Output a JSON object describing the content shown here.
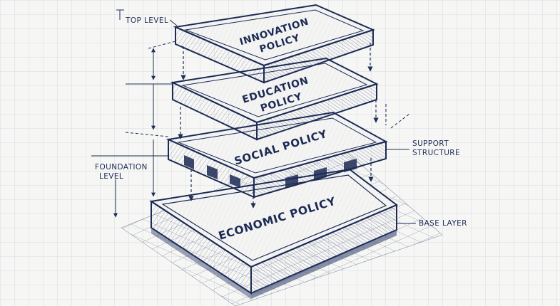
{
  "palette": {
    "ink": "#1f2d57",
    "paper": "#f6f6f4",
    "grid": "#c9cfdc"
  },
  "layers": [
    {
      "id": "innovation",
      "lines": [
        "INNOVATION",
        "POLICY"
      ]
    },
    {
      "id": "education",
      "lines": [
        "EDUCATION",
        "POLICY"
      ]
    },
    {
      "id": "social",
      "lines": [
        "SOCIAL POLICY"
      ]
    },
    {
      "id": "economic",
      "lines": [
        "ECONOMIC POLICY"
      ]
    }
  ],
  "callouts": {
    "top_level": "TOP LEVEL",
    "foundation_level": [
      "FOUNDATION",
      "LEVEL"
    ],
    "support_structure": [
      "SUPPORT",
      "STRUCTURE"
    ],
    "base_layer": "BASE LAYER"
  }
}
